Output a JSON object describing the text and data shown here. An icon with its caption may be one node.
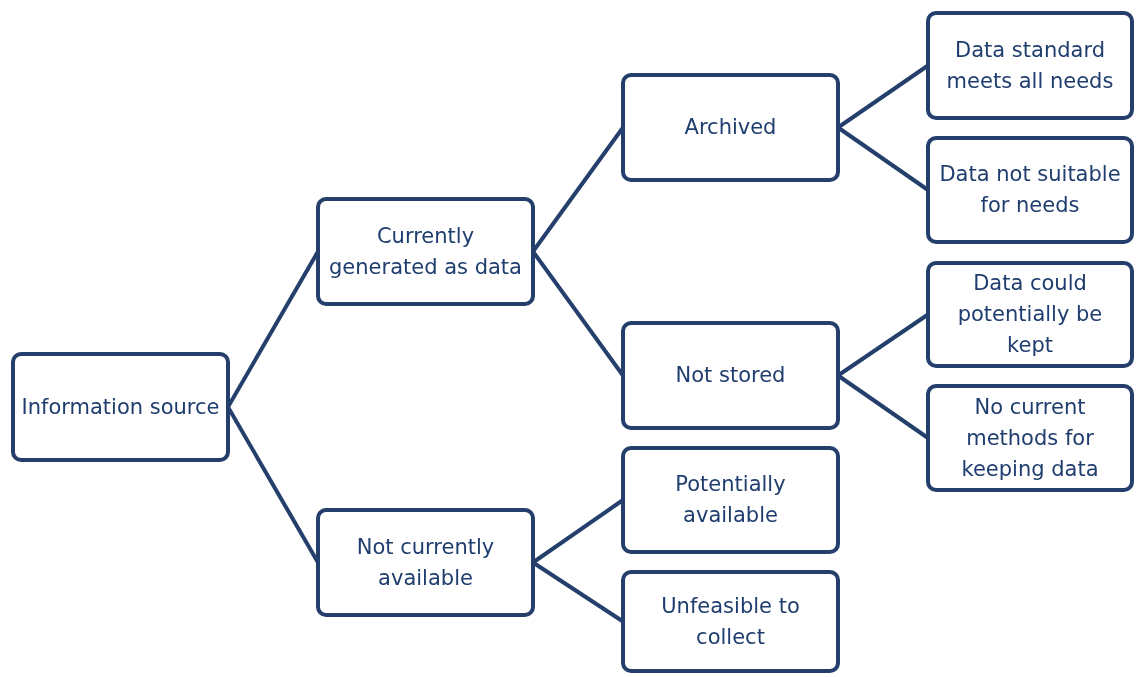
{
  "diagram": {
    "nodes": [
      {
        "text": [
          "Information source"
        ]
      },
      {
        "text": [
          "Currently generated as data"
        ]
      },
      {
        "text": [
          "Not currently available"
        ]
      },
      {
        "text": [
          "Archived"
        ]
      },
      {
        "text": [
          "Not stored"
        ]
      },
      {
        "text": [
          "Potentially available"
        ]
      },
      {
        "text": [
          "Unfeasible to collect"
        ]
      },
      {
        "text": [
          "Data standard meets all needs"
        ]
      },
      {
        "text": [
          "Data not suitable for needs"
        ]
      },
      {
        "text": [
          "Data could potentially be kept"
        ]
      },
      {
        "text": [
          "No current methods for keeping data"
        ]
      }
    ],
    "edges": [
      {
        "from": 0,
        "to": 1,
        "arrow": "none"
      },
      {
        "from": 0,
        "to": 2,
        "arrow": "none"
      },
      {
        "from": 1,
        "to": 3,
        "arrow": "none"
      },
      {
        "from": 1,
        "to": 4,
        "arrow": "none"
      },
      {
        "from": 3,
        "to": 7,
        "arrow": "none"
      },
      {
        "from": 3,
        "to": 8,
        "arrow": "none"
      },
      {
        "from": 4,
        "to": 9,
        "arrow": "none"
      },
      {
        "from": 4,
        "to": 10,
        "arrow": "none"
      },
      {
        "from": 2,
        "to": 5,
        "arrow": "none"
      },
      {
        "from": 2,
        "to": 6,
        "arrow": "none"
      }
    ]
  }
}
